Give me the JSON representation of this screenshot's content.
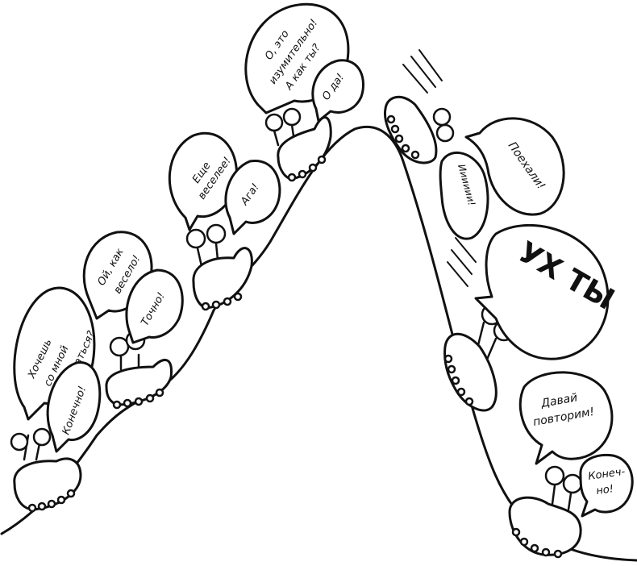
{
  "bubbles": {
    "b1": "Хочешь",
    "b1b": "со мной",
    "b1c": "покататься?",
    "b2": "Конечно!",
    "b3": "Ой, как",
    "b3b": "весело!",
    "b4": "Точно!",
    "b5": "Еще",
    "b5b": "веселее!",
    "b6": "Ага!",
    "b7": "О, это",
    "b7b": "изумительно!",
    "b7c": "А как ты?",
    "b8": "О да!",
    "b9": "Поехали!",
    "b10": "Ииииии!",
    "b11": "УХ ТЫ",
    "b12": "Давай",
    "b12b": "повторим!",
    "b13": "Конеч-",
    "b13b": "но!"
  },
  "colors": {
    "ink": "#111111",
    "paper": "#ffffff"
  }
}
